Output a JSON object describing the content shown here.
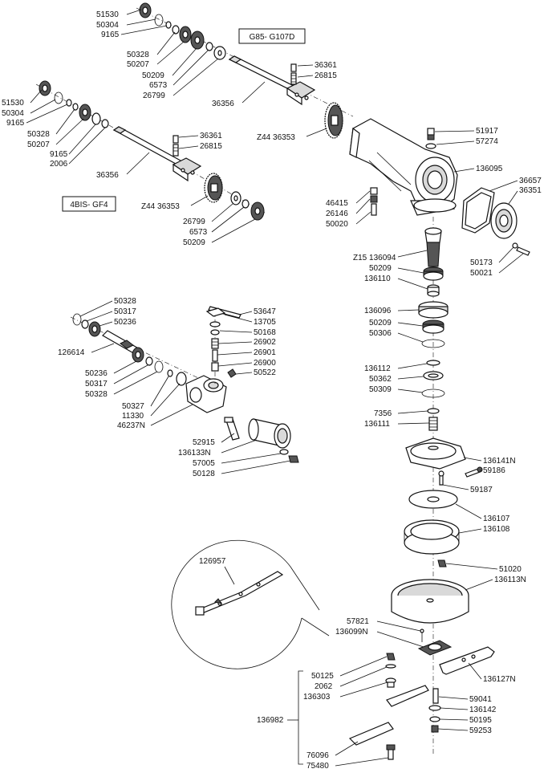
{
  "variants": {
    "top": "G85- G107D",
    "middle": "4BIS- GF4"
  },
  "labels": {
    "top_shaft": [
      "51530",
      "50304",
      "9165",
      "50328",
      "50207",
      "50209",
      "6573",
      "26799",
      "36356",
      "36361",
      "26815",
      "Z44 36353"
    ],
    "mid_shaft": [
      "51530",
      "50304",
      "9165",
      "50328",
      "50207",
      "9165",
      "2006",
      "36356",
      "36361",
      "26815",
      "Z44 36353",
      "26799",
      "6573",
      "50209"
    ],
    "housing": [
      "51917",
      "57274",
      "136095",
      "36657",
      "36351",
      "46415",
      "26146",
      "50020",
      "50173",
      "50021"
    ],
    "vertical": [
      "Z15 136094",
      "50209",
      "136110",
      "136096",
      "50209",
      "50306",
      "136112",
      "50362",
      "50309",
      "7356",
      "136111"
    ],
    "lower_left": [
      "50328",
      "50317",
      "50236",
      "126614",
      "50236",
      "50317",
      "50328",
      "50327",
      "11330",
      "46237N",
      "53647",
      "13705",
      "50168",
      "26902",
      "26901",
      "26900",
      "50522",
      "52915",
      "136133N",
      "57005",
      "50128"
    ],
    "blade": [
      "136141N",
      "59186",
      "59187",
      "136107",
      "136108",
      "51020",
      "136113N",
      "57821",
      "136099N",
      "136127N",
      "50125",
      "2062",
      "136303",
      "59041",
      "136142",
      "50195",
      "59253",
      "76096",
      "75480"
    ],
    "detail": "126957",
    "kit": "136982"
  }
}
